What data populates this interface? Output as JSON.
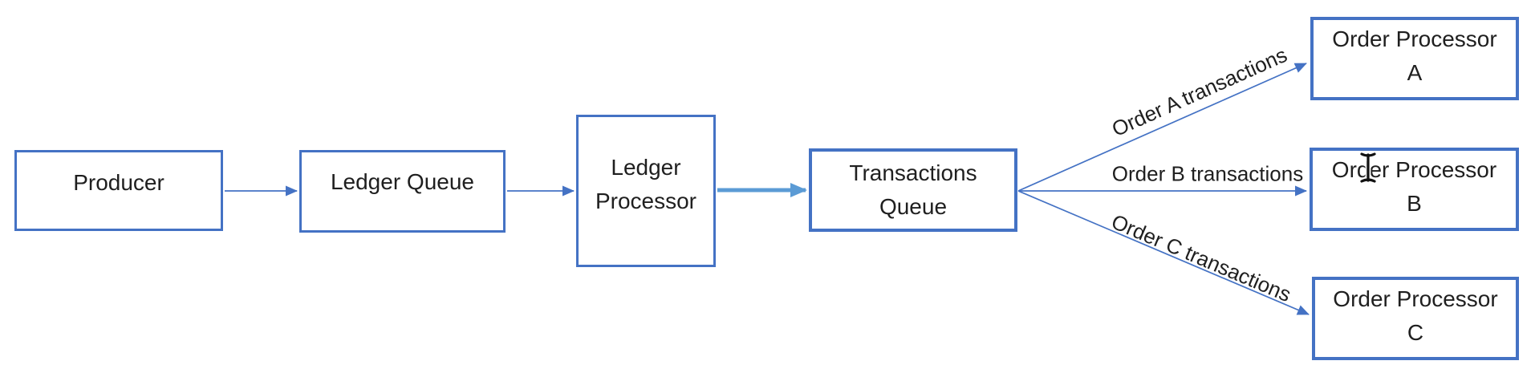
{
  "colors": {
    "box_border": "#4472C4",
    "arrow_thin": "#4472C4",
    "arrow_thick": "#5B9BD5",
    "text": "#1f1f1f",
    "background": "#ffffff"
  },
  "nodes": {
    "producer": {
      "label": "Producer"
    },
    "ledger_queue": {
      "label": "Ledger Queue"
    },
    "ledger_processor": {
      "label": "Ledger\nProcessor"
    },
    "transactions_queue": {
      "label": "Transactions\nQueue"
    },
    "order_processor_a": {
      "label": "Order Processor\nA"
    },
    "order_processor_b": {
      "label": "Order Processor\nB"
    },
    "order_processor_c": {
      "label": "Order Processor\nC"
    }
  },
  "edges": {
    "producer_to_ledger_queue": {
      "label": ""
    },
    "ledger_queue_to_ledger_processor": {
      "label": ""
    },
    "ledger_processor_to_transactions_queue": {
      "label": ""
    },
    "transactions_queue_to_order_a": {
      "label": "Order A transactions"
    },
    "transactions_queue_to_order_b": {
      "label": "Order B transactions"
    },
    "transactions_queue_to_order_c": {
      "label": "Order C transactions"
    }
  },
  "icons": {
    "text_cursor": "i-beam-text-cursor"
  }
}
